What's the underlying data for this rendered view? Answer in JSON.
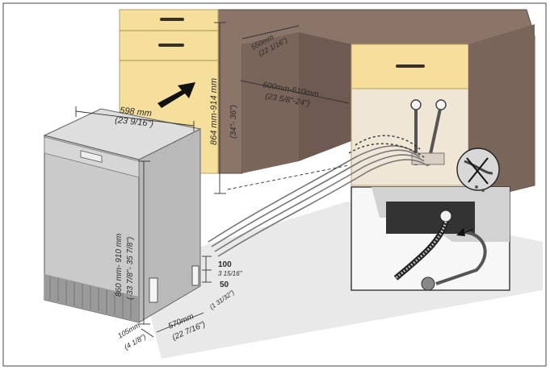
{
  "dimensions": {
    "width_top": "598 mm",
    "width_top_in": "(23 9/16\")",
    "depth_top": "550mm",
    "depth_top_in": "(22 1/16\")",
    "niche_width": "600mm-610mm",
    "niche_width_in": "(23 5/8\"-24\")",
    "niche_height": "864 mm-914 mm",
    "niche_height_in": "(34\"- 36\")",
    "appliance_height": "860 mm- 910 mm",
    "appliance_height_in": "( 33 7/8\"- 35 7/8\")",
    "plinth_height": "100",
    "plinth_height_in": "3 15/16\"",
    "clearance": "50",
    "clearance_in": "(1 31/32\")",
    "base_depth": "570mm",
    "base_depth_in": "(22 7/16\")",
    "foot": "105mm",
    "foot_in": "(4 1/8\")"
  },
  "colors": {
    "cabinet_front": "#f5df9a",
    "cabinet_body": "#8b7468",
    "cabinet_dark": "#6e5a50",
    "appliance": "#c9c9c9",
    "appliance_side": "#b5b5b5",
    "floor": "#e2e2e2",
    "line": "#333333"
  }
}
